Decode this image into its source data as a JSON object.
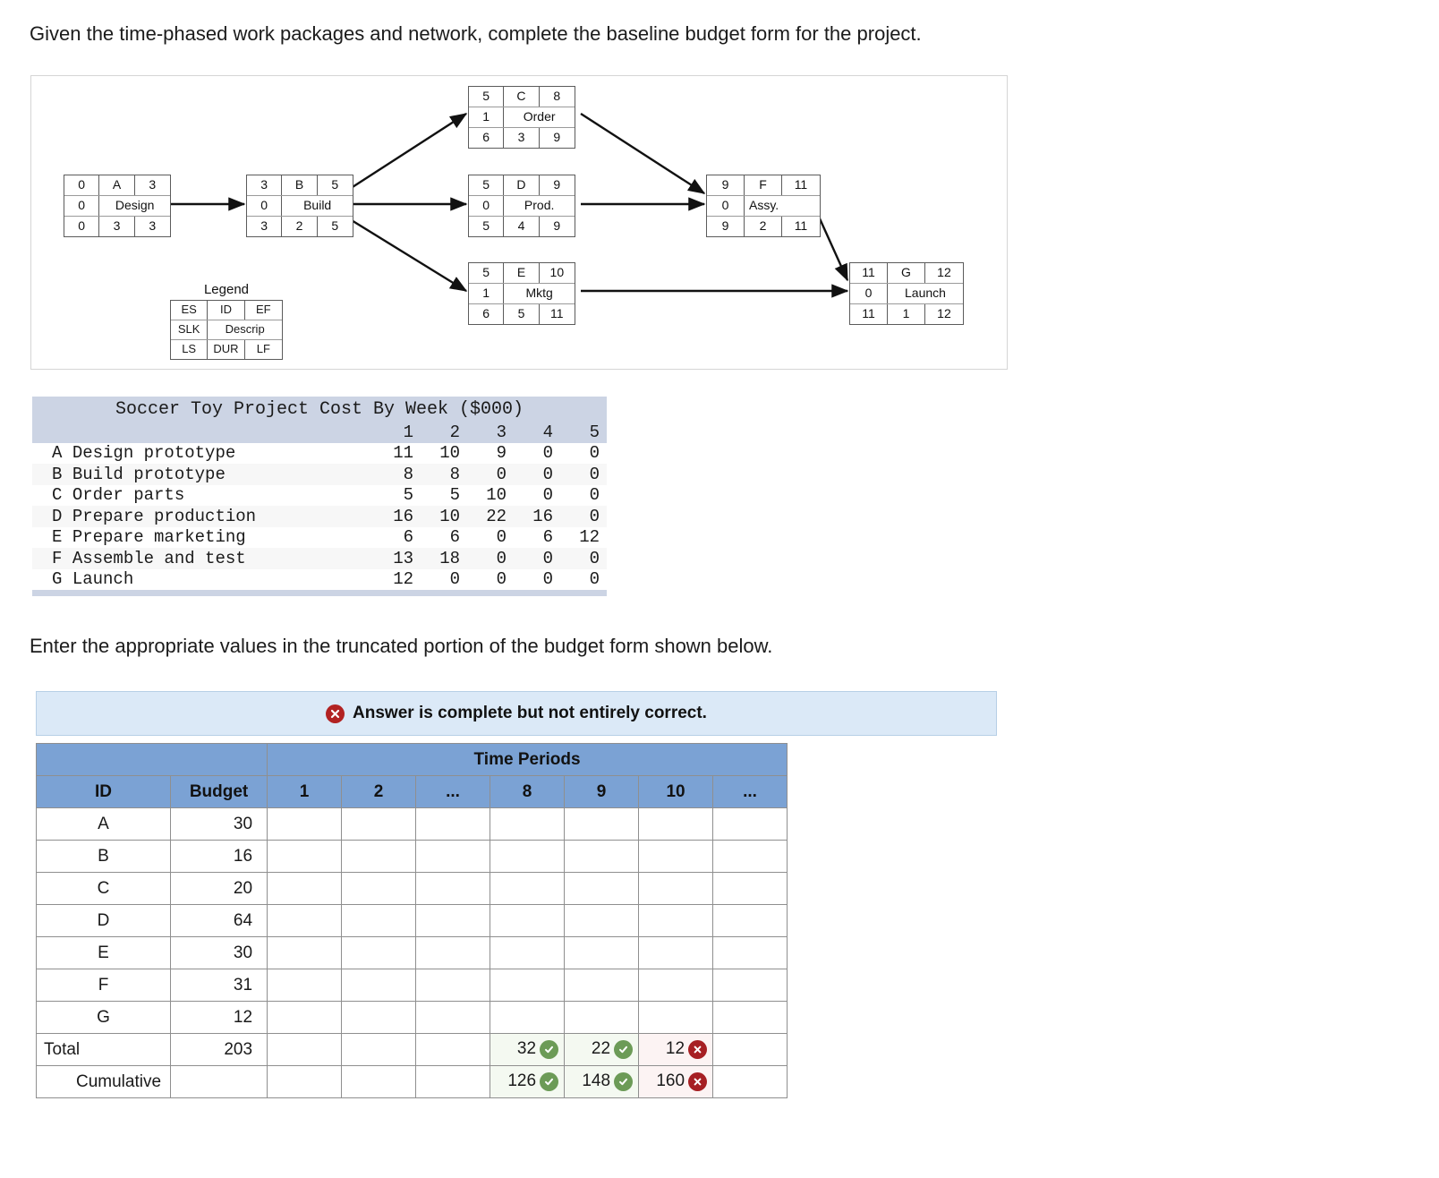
{
  "prompts": {
    "top": "Given the time-phased work packages and network, complete the baseline budget form for the project.",
    "middle": "Enter the appropriate values in the truncated portion of the budget form shown below."
  },
  "network": {
    "legend": {
      "title": "Legend",
      "es": "ES",
      "id": "ID",
      "ef": "EF",
      "slk": "SLK",
      "descrip": "Descrip",
      "ls": "LS",
      "dur": "DUR",
      "lf": "LF"
    },
    "nodes": [
      {
        "key": "A",
        "es": "0",
        "id": "A",
        "ef": "3",
        "slk": "0",
        "descrip": "Design",
        "ls": "0",
        "dur": "3",
        "lf": "3"
      },
      {
        "key": "B",
        "es": "3",
        "id": "B",
        "ef": "5",
        "slk": "0",
        "descrip": "Build",
        "ls": "3",
        "dur": "2",
        "lf": "5"
      },
      {
        "key": "C",
        "es": "5",
        "id": "C",
        "ef": "8",
        "slk": "1",
        "descrip": "Order",
        "ls": "6",
        "dur": "3",
        "lf": "9"
      },
      {
        "key": "D",
        "es": "5",
        "id": "D",
        "ef": "9",
        "slk": "0",
        "descrip": "Prod.",
        "ls": "5",
        "dur": "4",
        "lf": "9"
      },
      {
        "key": "E",
        "es": "5",
        "id": "E",
        "ef": "10",
        "slk": "1",
        "descrip": "Mktg",
        "ls": "6",
        "dur": "5",
        "lf": "11"
      },
      {
        "key": "F",
        "es": "9",
        "id": "F",
        "ef": "11",
        "slk": "0",
        "descrip": "Assy.",
        "ls": "9",
        "dur": "2",
        "lf": "11"
      },
      {
        "key": "G",
        "es": "11",
        "id": "G",
        "ef": "12",
        "slk": "0",
        "descrip": "Launch",
        "ls": "11",
        "dur": "1",
        "lf": "12"
      }
    ]
  },
  "cost_table": {
    "title": "Soccer Toy Project Cost By Week ($000)",
    "week_headers": [
      "1",
      "2",
      "3",
      "4",
      "5"
    ],
    "rows": [
      {
        "id": "A",
        "name": "Design prototype",
        "weeks": [
          "11",
          "10",
          "9",
          "0",
          "0"
        ]
      },
      {
        "id": "B",
        "name": "Build prototype",
        "weeks": [
          "8",
          "8",
          "0",
          "0",
          "0"
        ]
      },
      {
        "id": "C",
        "name": "Order parts",
        "weeks": [
          "5",
          "5",
          "10",
          "0",
          "0"
        ]
      },
      {
        "id": "D",
        "name": "Prepare production",
        "weeks": [
          "16",
          "10",
          "22",
          "16",
          "0"
        ]
      },
      {
        "id": "E",
        "name": "Prepare marketing",
        "weeks": [
          "6",
          "6",
          "0",
          "6",
          "12"
        ]
      },
      {
        "id": "F",
        "name": "Assemble and test",
        "weeks": [
          "13",
          "18",
          "0",
          "0",
          "0"
        ]
      },
      {
        "id": "G",
        "name": "Launch",
        "weeks": [
          "12",
          "0",
          "0",
          "0",
          "0"
        ]
      }
    ]
  },
  "alert": {
    "message": "Answer is complete but not entirely correct.",
    "icon": "x-circle-icon",
    "icon_color": "#b22222",
    "background": "#dbe9f7"
  },
  "budget_form": {
    "group_header": "Time Periods",
    "header_color": "#7ba2d4",
    "columns": [
      "ID",
      "Budget",
      "1",
      "2",
      "...",
      "8",
      "9",
      "10",
      "..."
    ],
    "rows": [
      {
        "id": "A",
        "budget": "30"
      },
      {
        "id": "B",
        "budget": "16"
      },
      {
        "id": "C",
        "budget": "20"
      },
      {
        "id": "D",
        "budget": "64"
      },
      {
        "id": "E",
        "budget": "30"
      },
      {
        "id": "F",
        "budget": "31"
      },
      {
        "id": "G",
        "budget": "12"
      }
    ],
    "total_row": {
      "label": "Total",
      "budget": "203",
      "answers": [
        {
          "period": "8",
          "value": "32",
          "status": "correct"
        },
        {
          "period": "9",
          "value": "22",
          "status": "correct"
        },
        {
          "period": "10",
          "value": "12",
          "status": "incorrect"
        }
      ]
    },
    "cumulative_row": {
      "label": "Cumulative",
      "answers": [
        {
          "period": "8",
          "value": "126",
          "status": "correct"
        },
        {
          "period": "9",
          "value": "148",
          "status": "correct"
        },
        {
          "period": "10",
          "value": "160",
          "status": "incorrect"
        }
      ]
    },
    "status_colors": {
      "correct": "#6c9b57",
      "incorrect": "#a61f23"
    }
  }
}
